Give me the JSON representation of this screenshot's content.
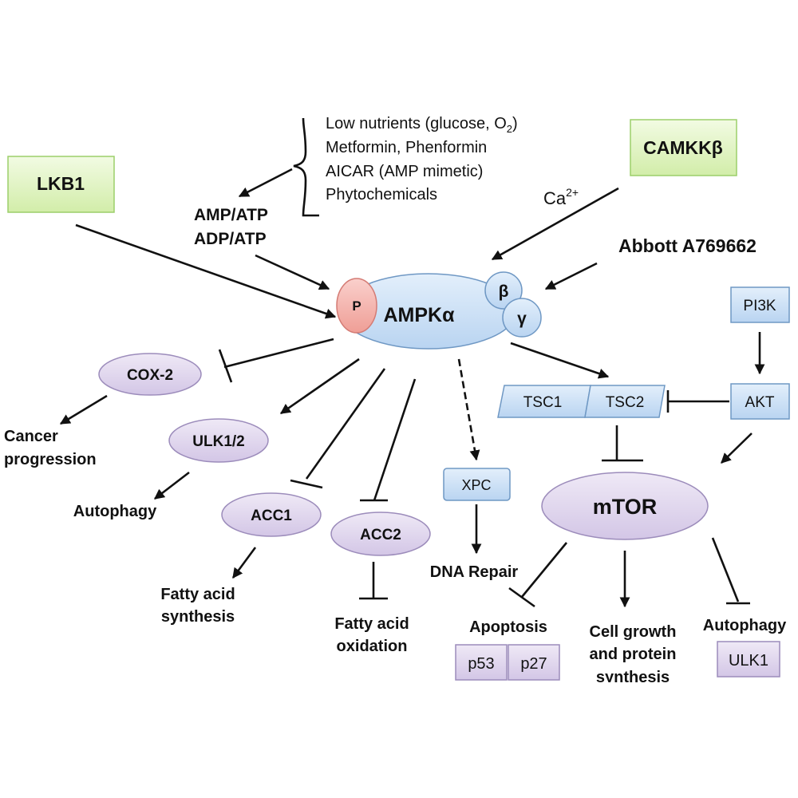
{
  "inputs": {
    "conditions": [
      "Low nutrients (glucose, O",
      "Metformin, Phenformin",
      "AICAR (AMP mimetic)",
      "Phytochemicals"
    ],
    "o2_subscript": "2",
    "o2_close": ")",
    "amp_atp": "AMP/ATP",
    "adp_atp": "ADP/ATP",
    "calcium": "Ca",
    "calcium_sup": "2+",
    "abbott": "Abbott A769662"
  },
  "kinases": {
    "lkb1": "LKB1",
    "camkk": "CAMKKβ"
  },
  "ampk": {
    "label": "AMPKα",
    "phospho": "P",
    "beta": "β",
    "gamma": "γ"
  },
  "nodes": {
    "pi3k": "PI3K",
    "akt": "AKT",
    "tsc1": "TSC1",
    "tsc2": "TSC2",
    "mtor": "mTOR",
    "cox2": "COX-2",
    "ulk12": "ULK1/2",
    "acc1": "ACC1",
    "acc2": "ACC2",
    "xpc": "XPC",
    "p53": "p53",
    "p27": "p27",
    "ulk1": "ULK1"
  },
  "outcomes": {
    "cancer": [
      "Cancer",
      "progression"
    ],
    "autophagy_left": "Autophagy",
    "fatty_synth": [
      "Fatty acid",
      "synthesis"
    ],
    "fatty_ox": [
      "Fatty acid",
      "oxidation"
    ],
    "dna_repair": "DNA Repair",
    "apoptosis": "Apoptosis",
    "cell_growth": [
      "Cell growth",
      "and protein",
      "synthesis"
    ],
    "autophagy_right": "Autophagy"
  },
  "colors": {
    "green_fill": "#e3f5c4",
    "green_stroke": "#9ccf6a",
    "blue_fill": "#cfe2f7",
    "blue_stroke": "#6f98c4",
    "purple_fill": "#e2d9ef",
    "purple_stroke": "#9c8cbb",
    "pink_fill": "#f6b6b0",
    "pink_stroke": "#d47b74"
  }
}
